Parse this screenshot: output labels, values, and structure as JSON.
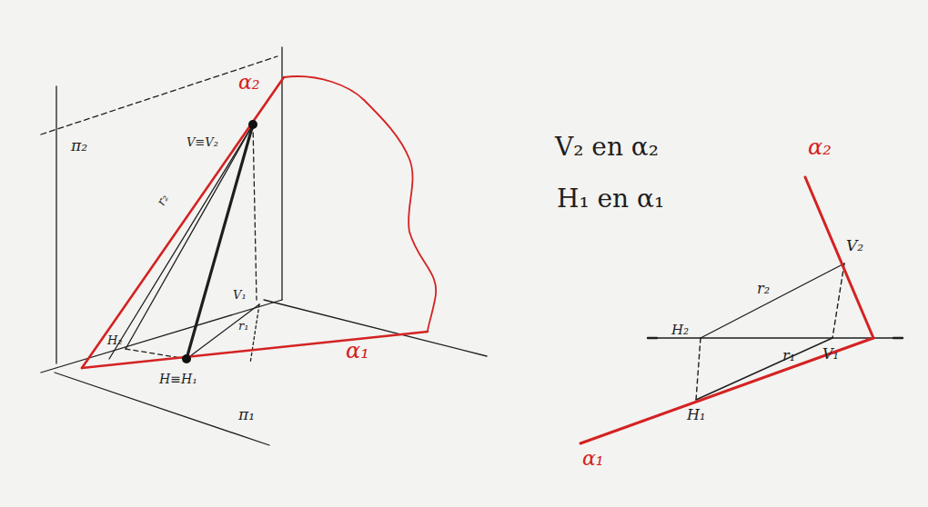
{
  "diagram": {
    "labels": [
      "π₂",
      "α₂",
      "V≡V₂",
      "r₂",
      "V₁",
      "H₂",
      "r₁",
      "H≡H₁",
      "π₁",
      "α₁",
      "V₂ en α₂",
      "H₁ en α₁",
      "α₂",
      "V₂",
      "r₂",
      "H₂",
      "r₁",
      "V₁",
      "H₁",
      "α₁"
    ]
  }
}
